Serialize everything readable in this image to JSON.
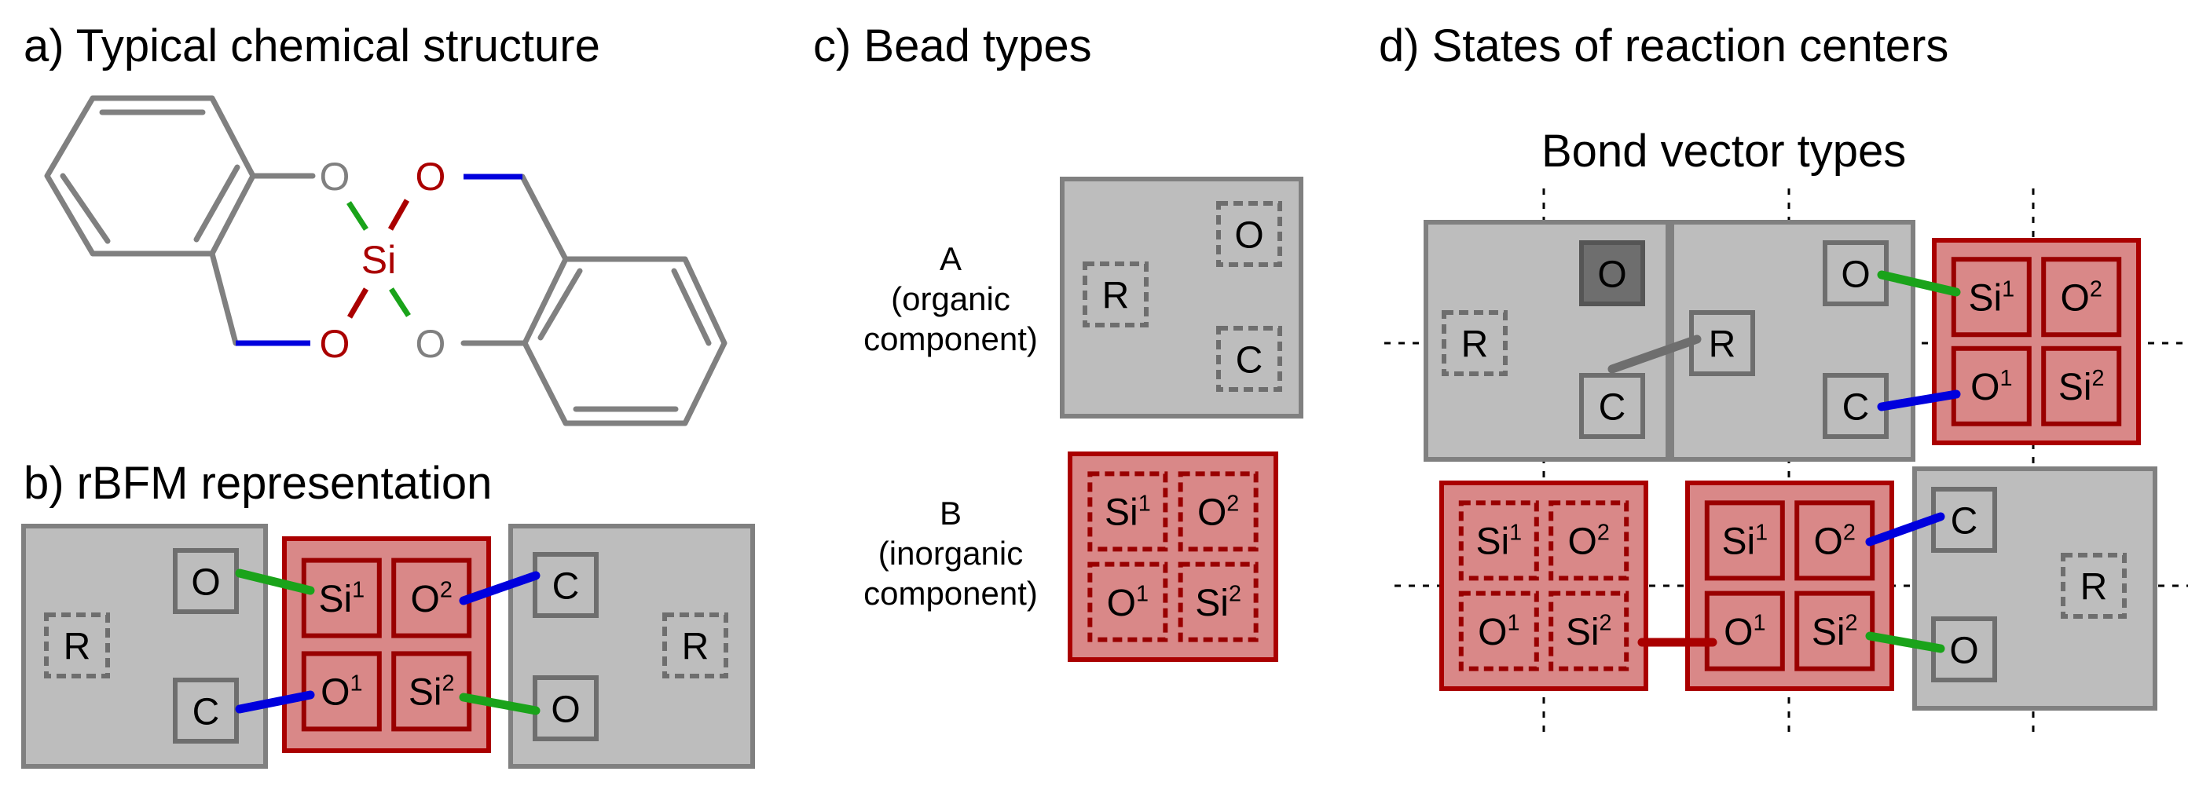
{
  "panels": {
    "a": {
      "title": "a) Typical chemical structure",
      "atoms": {
        "o_left_top": "O",
        "o_left_bottom": "O",
        "si": "Si",
        "o_right_top": "O",
        "o_right_bottom": "O"
      }
    },
    "b": {
      "title": "b) rBFM representation",
      "left": {
        "top": "O",
        "bottom": "C",
        "res": "R"
      },
      "inorg": {
        "tl": "Si",
        "tl_sup": "1",
        "tr": "O",
        "tr_sup": "2",
        "bl": "O",
        "bl_sup": "1",
        "br": "Si",
        "br_sup": "2"
      },
      "right": {
        "top": "C",
        "bottom": "O",
        "res": "R"
      }
    },
    "c": {
      "title": "c) Bead types",
      "a_caption": [
        "A",
        "(organic",
        "component)"
      ],
      "b_caption": [
        "B",
        "(inorganic",
        "component)"
      ],
      "a_bead": {
        "res": "R",
        "top": "O",
        "bottom": "C"
      },
      "b_bead": {
        "tl": "Si",
        "tl_sup": "1",
        "tr": "O",
        "tr_sup": "2",
        "bl": "O",
        "bl_sup": "1",
        "br": "Si",
        "br_sup": "2"
      }
    },
    "d": {
      "title": "d) States of reaction centers",
      "subtitle": "Bond vector types",
      "b1": {
        "res": "R",
        "top": "O",
        "bottom": "C"
      },
      "b2": {
        "res": "R",
        "top": "O",
        "bottom": "C"
      },
      "b3": {
        "tl": "Si",
        "tl_sup": "1",
        "tr": "O",
        "tr_sup": "2",
        "bl": "O",
        "bl_sup": "1",
        "br": "Si",
        "br_sup": "2"
      },
      "b4": {
        "tl": "Si",
        "tl_sup": "1",
        "tr": "O",
        "tr_sup": "2",
        "bl": "O",
        "bl_sup": "1",
        "br": "Si",
        "br_sup": "2"
      },
      "b5": {
        "tl": "Si",
        "tl_sup": "1",
        "tr": "O",
        "tr_sup": "2",
        "bl": "O",
        "bl_sup": "1",
        "br": "Si",
        "br_sup": "2"
      },
      "b6": {
        "top": "C",
        "bottom": "O",
        "res": "R"
      }
    }
  },
  "colors": {
    "organic_fill": "#bdbdbd",
    "organic_edge": "#808080",
    "inorganic_fill": "#d98888",
    "inorganic_edge": "#aa0000",
    "inorganic_inner": "#990000",
    "bond_green": "#1aa31a",
    "bond_blue": "#0000dd",
    "bond_gray": "#6e6e6e",
    "bond_red": "#aa0000"
  }
}
